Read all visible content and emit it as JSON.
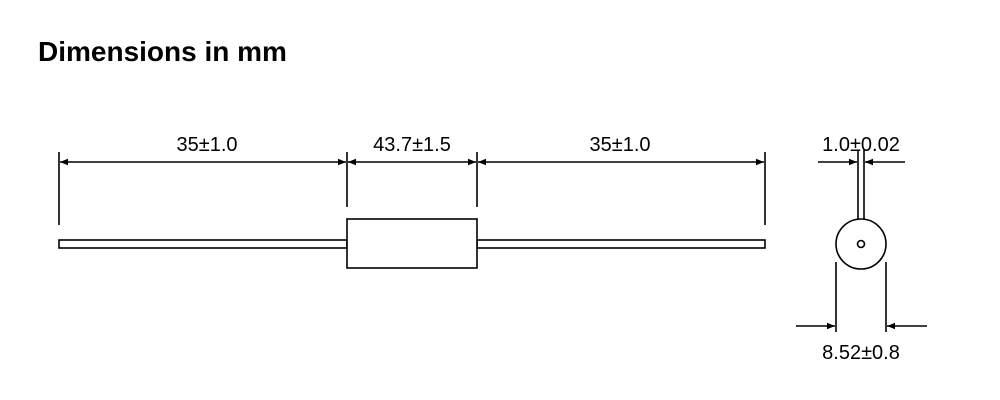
{
  "title": "Dimensions in mm",
  "dimensions": {
    "left_lead": "35±1.0",
    "body_length": "43.7±1.5",
    "right_lead": "35±1.0",
    "lead_diameter": "1.0±0.02",
    "body_diameter": "8.52±0.8"
  },
  "colors": {
    "line": "#000000",
    "background": "#ffffff"
  }
}
